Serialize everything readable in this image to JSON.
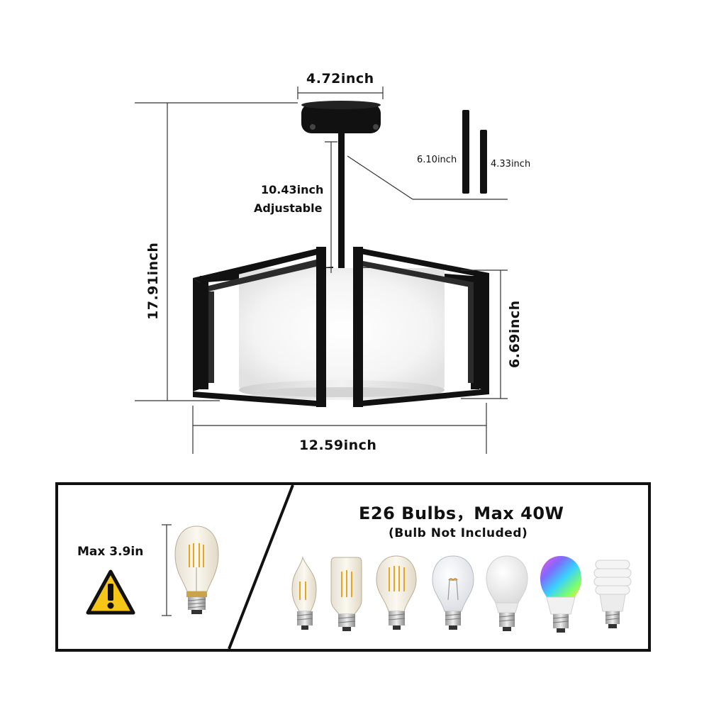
{
  "dimensions": {
    "canopy_width": "4.72inch",
    "rod_long": "6.10inch",
    "rod_short": "4.33inch",
    "rod_length": "10.43inch",
    "rod_note": "Adjustable",
    "total_height": "17.91inch",
    "shade_height": "6.69inch",
    "total_width": "12.59inch"
  },
  "bulb_panel": {
    "max_height": "Max 3.9in",
    "title": "E26 Bulbs，Max 40W",
    "subtitle": "(Bulb Not Included)",
    "bulb_types": [
      "candelabra-led-filament-bulb-icon",
      "t45-edison-led-bulb-icon",
      "a19-led-filament-bulb-icon",
      "a19-incandescent-bulb-icon",
      "a19-led-white-bulb-icon",
      "rgb-smart-bulb-icon",
      "cfl-spiral-bulb-icon"
    ]
  },
  "colors": {
    "frame": "#111111",
    "shade": "#f7f7f7",
    "filament": "#e8b23a",
    "warning": "#f5c518"
  }
}
